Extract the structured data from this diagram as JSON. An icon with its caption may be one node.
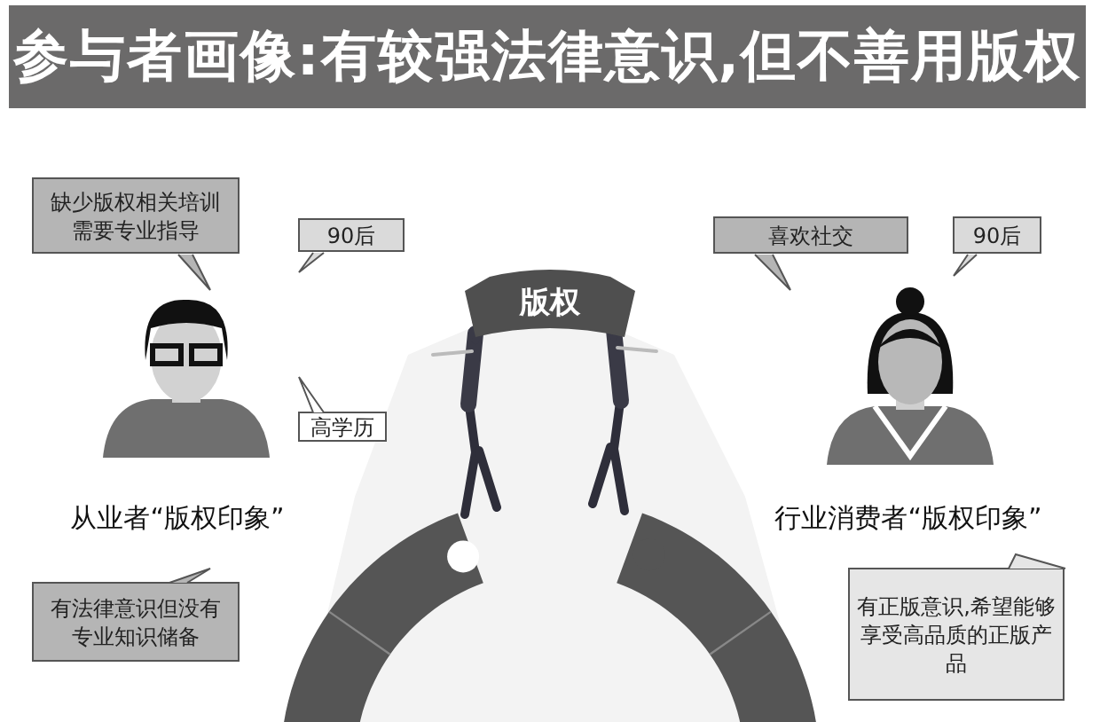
{
  "diagram": {
    "title": "参与者画像:有较强法律意识,但不善用版权",
    "nodes": [
      {
        "text": [
          "缺少版权相关培训需要专业指导"
        ]
      },
      {
        "text": [
          "90后"
        ]
      },
      {
        "text": [],
        "shape": "person",
        "beside": [
          "从业者“版权印象”"
        ]
      },
      {
        "text": [
          "高学历"
        ]
      },
      {
        "text": [
          "有法律意识但没有专业知识储备"
        ]
      },
      {
        "text": [
          "版权"
        ]
      },
      {
        "text": [
          "喜欢社交"
        ]
      },
      {
        "text": [
          "90后"
        ]
      },
      {
        "text": [],
        "shape": "person",
        "beside": [
          "行业消费者“版权印象”"
        ]
      },
      {
        "text": [
          "有正版意识,希望能够享受高品质的正版产品"
        ]
      }
    ]
  }
}
